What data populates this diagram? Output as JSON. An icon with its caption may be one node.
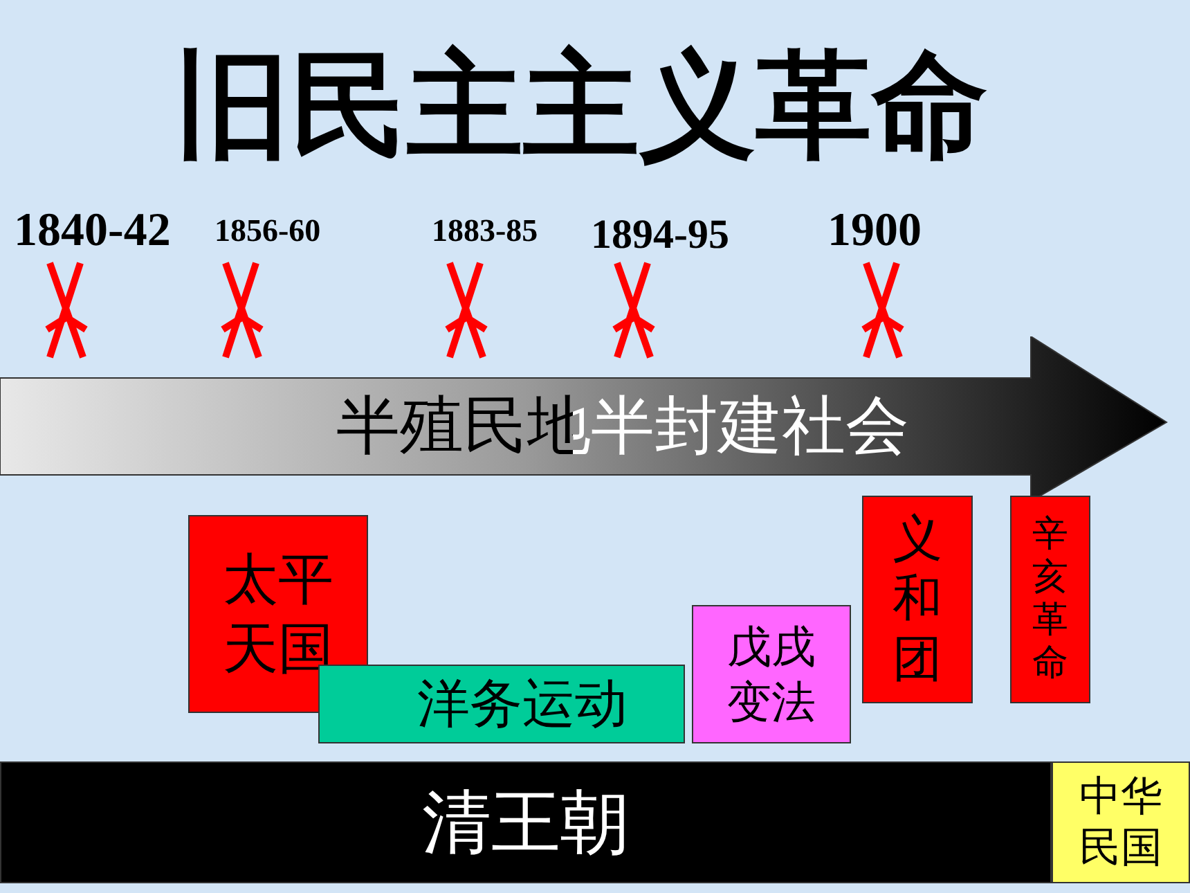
{
  "diagram": {
    "title": "旧民主主义革命",
    "nodes": [
      {
        "text": [
          "半殖民地半封建社会"
        ]
      },
      {
        "text": [
          "太平天国"
        ]
      },
      {
        "text": [
          "洋务运动"
        ]
      },
      {
        "text": [
          "戊戌变法"
        ]
      },
      {
        "text": [
          "义和团"
        ]
      },
      {
        "text": [
          "辛亥革命"
        ]
      },
      {
        "text": [
          "清王朝"
        ]
      },
      {
        "text": [
          "中华民国"
        ]
      }
    ],
    "labels": [
      "1840-42",
      "1856-60",
      "1883-85",
      "1894-95",
      "1900"
    ]
  }
}
